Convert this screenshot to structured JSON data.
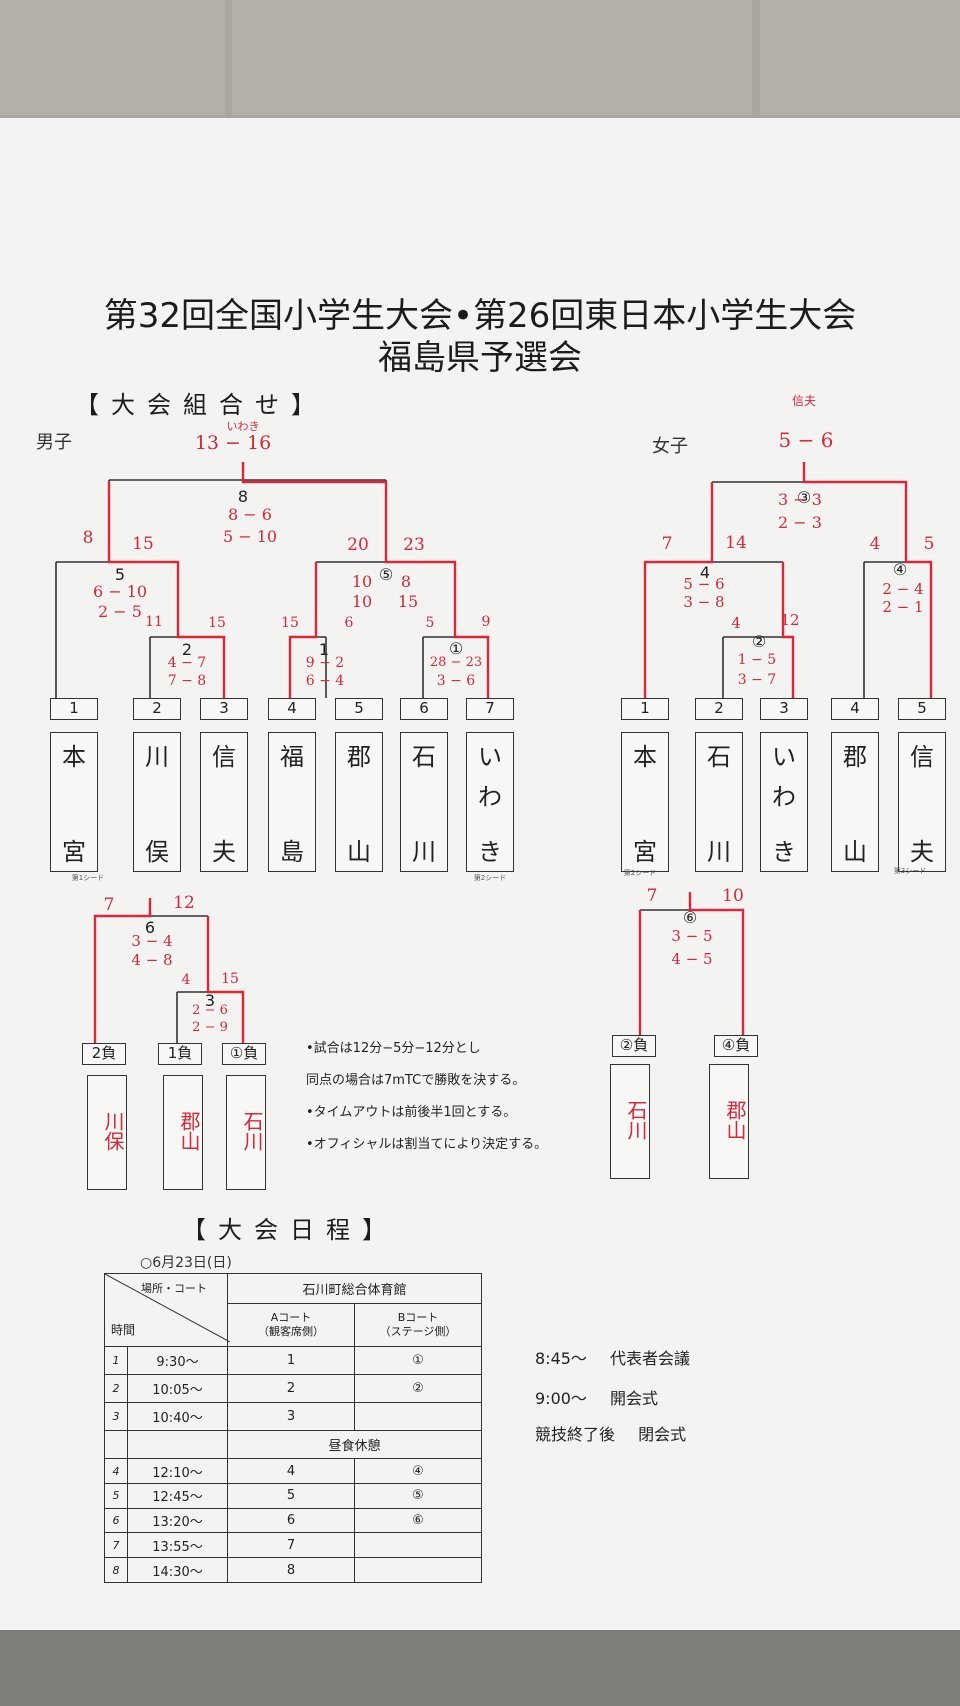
{
  "title": {
    "line1": "第32回全国小学生大会•第26回東日本小学生大会",
    "line2": "福島県予選会"
  },
  "bracket_heading": "【大会組合せ】",
  "schedule_heading": "【大会日程】",
  "boys": {
    "label": "男子",
    "final": {
      "num": "8",
      "s1": "8 − 6",
      "s2": "5 − 10"
    },
    "final_red": {
      "winner": "いわき",
      "score": "13 − 16"
    },
    "semi_left": {
      "num": "5",
      "s1": "6 − 10",
      "s2": "2 − 5",
      "red_l": "8",
      "red_r": "15"
    },
    "semi_right": {
      "num": "⑤",
      "s1": "10",
      "s2": "10",
      "s3": "8",
      "s4": "15",
      "red_l": "20",
      "red_r": "23"
    },
    "q2": {
      "num": "2",
      "s1": "4 − 7",
      "s2": "7 − 8",
      "red_l": "11",
      "red_r": "15"
    },
    "q1": {
      "num": "1",
      "s1": "9 − 2",
      "s2": "6 − 4",
      "red_l": "15",
      "red_r": "6"
    },
    "q1c": {
      "num": "①",
      "s1": "28 − 23",
      "s2": "3 − 6",
      "red_l": "5",
      "red_r": "9"
    },
    "slots": [
      "1",
      "2",
      "3",
      "4",
      "5",
      "6",
      "7"
    ],
    "teams": [
      {
        "top": "本",
        "bot": "宮"
      },
      {
        "top": "川",
        "bot": "俣"
      },
      {
        "top": "信",
        "bot": "夫"
      },
      {
        "top": "福",
        "bot": "島"
      },
      {
        "top": "郡",
        "bot": "山"
      },
      {
        "top": "石",
        "bot": "川"
      },
      {
        "top": "い",
        "mid": "わ",
        "bot": "き"
      }
    ],
    "seed1": "第1シード",
    "seed2": "第2シード",
    "loser": {
      "final": {
        "num": "6",
        "s1": "3 − 4",
        "s2": "4 − 8",
        "red_l": "7",
        "red_r": "12"
      },
      "semi": {
        "num": "3",
        "s1": "2 − 6",
        "s2": "2 − 9",
        "red_l": "4",
        "red_r": "15"
      },
      "slots": [
        "2負",
        "1負",
        "①負"
      ],
      "teams": [
        "川保",
        "郡山",
        "石川"
      ]
    }
  },
  "girls": {
    "label": "女子",
    "final": {
      "num": "③",
      "s1": "3 − 3",
      "s2": "2 − 3"
    },
    "final_red": {
      "winner": "信夫",
      "score": "5 − 6"
    },
    "semi_left": {
      "num": "4",
      "s1": "5 − 6",
      "s2": "3 − 8",
      "red_l": "7",
      "red_r": "14"
    },
    "semi_right": {
      "num": "④",
      "s1": "2 − 4",
      "s2": "2 − 1",
      "red_l": "4",
      "red_r": "5"
    },
    "q2": {
      "num": "②",
      "s1": "1 − 5",
      "s2": "3 − 7",
      "red_l": "4",
      "red_r": "12"
    },
    "slots": [
      "1",
      "2",
      "3",
      "4",
      "5"
    ],
    "teams": [
      {
        "top": "本",
        "bot": "宮"
      },
      {
        "top": "石",
        "bot": "川"
      },
      {
        "top": "い",
        "mid": "わ",
        "bot": "き"
      },
      {
        "top": "郡",
        "bot": "山"
      },
      {
        "top": "信",
        "bot": "夫"
      }
    ],
    "seed2": "第2シード",
    "seed3": "第3シード",
    "loser": {
      "final": {
        "num": "⑥",
        "s1": "3 − 5",
        "s2": "4 − 5",
        "red_l": "7",
        "red_r": "10"
      },
      "slots": [
        "②負",
        "④負"
      ],
      "teams": [
        "石川",
        "郡山"
      ]
    }
  },
  "notes": [
    "•試合は12分−5分−12分とし",
    "同点の場合は7mTCで勝敗を決する。",
    "•タイムアウトは前後半1回とする。",
    "•オフィシャルは割当てにより決定する。"
  ],
  "schedule": {
    "date": "○6月23日(日)",
    "venue_label": "場所・コート",
    "time_label": "時間",
    "venue": "石川町総合体育館",
    "court_a": "Aコート",
    "court_a_sub": "（観客席側）",
    "court_b": "Bコート",
    "court_b_sub": "（ステージ側）",
    "lunch": "昼食休憩",
    "rows": [
      {
        "no": "1",
        "time": "9:30〜",
        "a": "1",
        "b": "①"
      },
      {
        "no": "2",
        "time": "10:05〜",
        "a": "2",
        "b": "②"
      },
      {
        "no": "3",
        "time": "10:40〜",
        "a": "3",
        "b": ""
      },
      {
        "no": "4",
        "time": "12:10〜",
        "a": "4",
        "b": "④"
      },
      {
        "no": "5",
        "time": "12:45〜",
        "a": "5",
        "b": "⑤"
      },
      {
        "no": "6",
        "time": "13:20〜",
        "a": "6",
        "b": "⑥"
      },
      {
        "no": "7",
        "time": "13:55〜",
        "a": "7",
        "b": ""
      },
      {
        "no": "8",
        "time": "14:30〜",
        "a": "8",
        "b": ""
      }
    ]
  },
  "events": [
    {
      "time": "8:45〜",
      "name": "代表者会議"
    },
    {
      "time": "9:00〜",
      "name": "開会式"
    },
    {
      "time": "競技終了後",
      "name": "閉会式"
    }
  ]
}
